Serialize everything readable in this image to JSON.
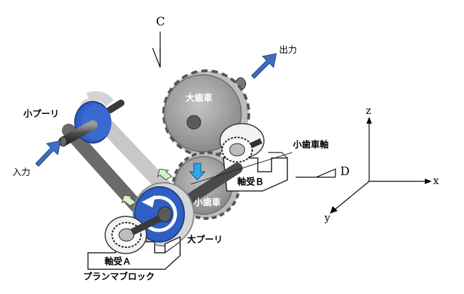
{
  "labels": {
    "small_pulley": "小プーリ",
    "large_pulley": "大プーリ",
    "large_gear": "大歯車",
    "small_gear": "小歯車",
    "small_gear_shaft": "小歯車軸",
    "bearing_a": "軸受Ａ",
    "bearing_b": "軸受Ｂ",
    "plummer_block": "プランマブロック",
    "input": "入力",
    "output": "出力",
    "view_c": "C",
    "view_d": "D"
  },
  "axes": {
    "z": "z",
    "x": "x",
    "y": "y"
  },
  "colors": {
    "pulley_blue": "#2f5fc4",
    "gear_gray": "#a9a9a9",
    "belt_gray": "#d4d4d4",
    "arrow_blue": "#3e6fc0",
    "force_arrow": "#2ea8e6",
    "belt_arrow": "#d6f0c4"
  }
}
